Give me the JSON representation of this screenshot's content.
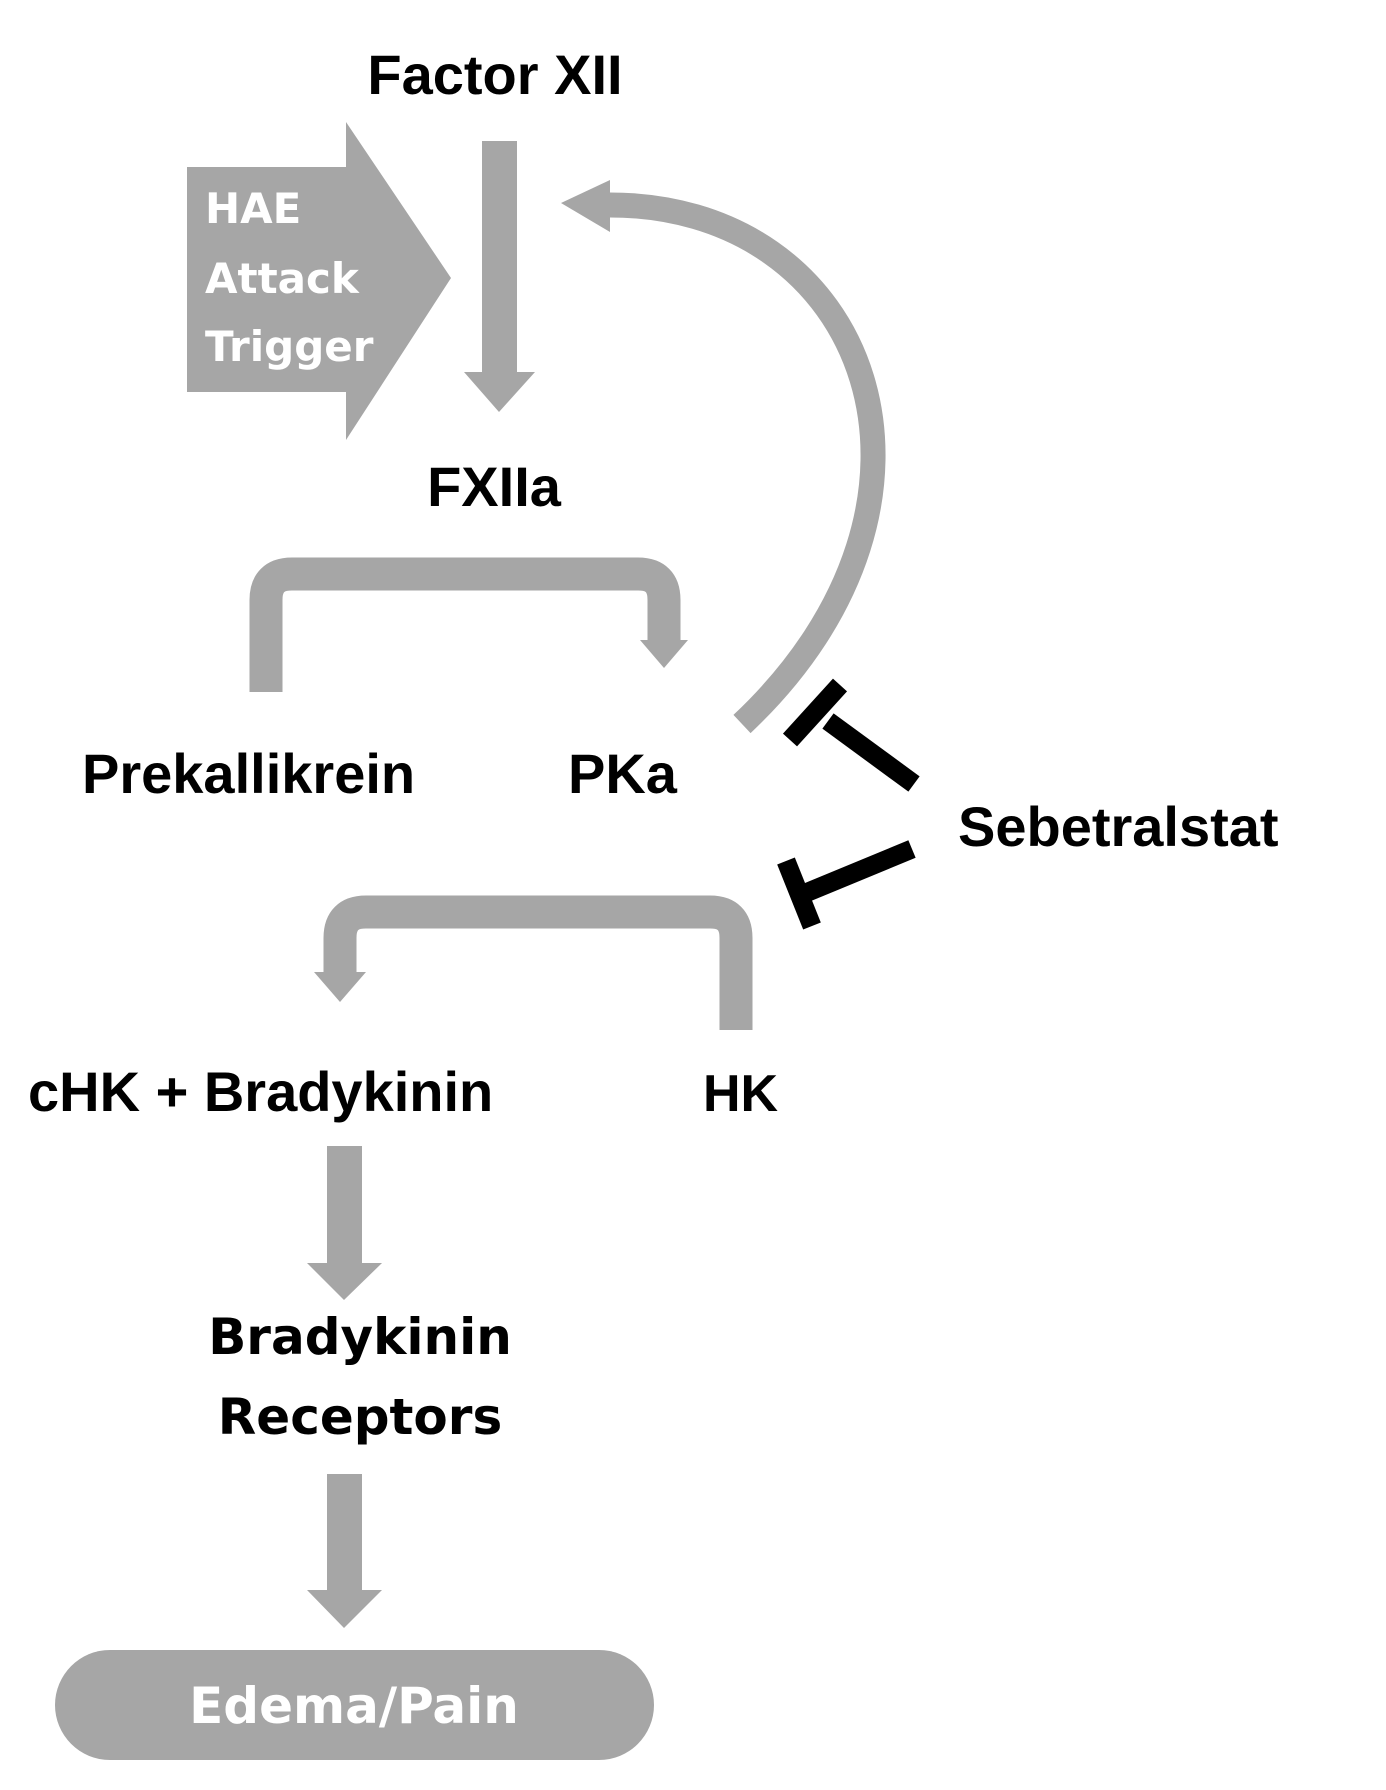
{
  "nodes": {
    "factor_xii": "Factor XII",
    "trigger_line1": "HAE",
    "trigger_line2": "Attack",
    "trigger_line3": "Trigger",
    "fxiia": "FXIIa",
    "prekallikrein": "Prekallikrein",
    "pka": "PKa",
    "sebetralstat": "Sebetralstat",
    "chk_bradykinin": "cHK + Bradykinin",
    "hk": "HK",
    "receptors_line1": "Bradykinin",
    "receptors_line2": "Receptors",
    "outcome": "Edema/Pain"
  },
  "colors": {
    "arrow_gray": "#a6a6a6",
    "inhibitor": "#000000",
    "text": "#000000",
    "inverse_text": "#ffffff"
  }
}
